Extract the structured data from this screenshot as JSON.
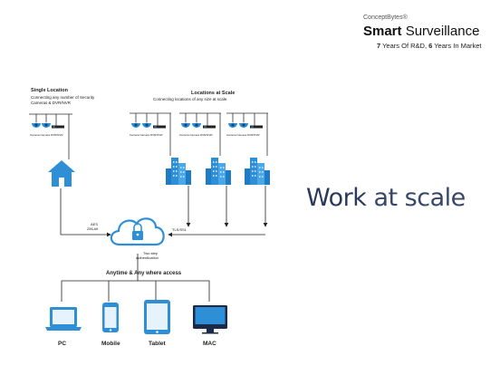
{
  "brand": {
    "small": "ConceptBytes®",
    "title_bold": "Smart",
    "title_rest": " Surveillance",
    "tag_years_rd": "7",
    "tag_rd_text": " Years Of R&D, ",
    "tag_years_market": "6",
    "tag_market_text": " Years In Market"
  },
  "headline": {
    "bold": "Work",
    "rest": " at scale"
  },
  "diagram": {
    "single_title": "Single Location",
    "single_sub1": "Connecting any number of Security",
    "single_sub2": "Cameras & DVR/NVR",
    "scale_title": "Locations at Scale",
    "scale_sub": "Connecting locations of any size at scale.",
    "device_caption": "Camera  Camera   DVR/NVR",
    "aes_line1": "AES",
    "aes_line2": "256-bit",
    "tls": "TLS/SSL",
    "twostep_line1": "Two step",
    "twostep_line2": "authentication",
    "access": "Anytime & Any where  access",
    "pc": "PC",
    "mobile": "Mobile",
    "tablet": "Tablet",
    "mac": "MAC"
  },
  "colors": {
    "accent": "#2e8fd6",
    "headline": "#37476a"
  }
}
